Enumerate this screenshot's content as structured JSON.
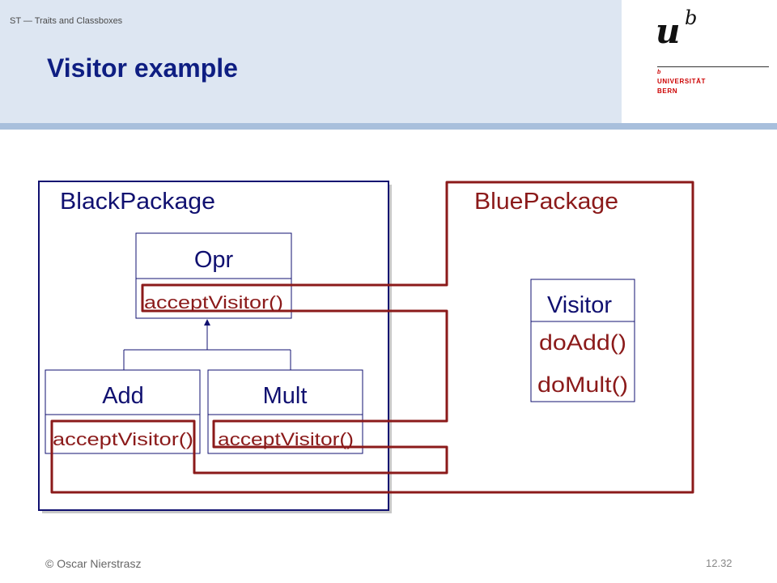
{
  "header": {
    "running_title": "ST — Traits and Classboxes",
    "slide_title": "Visitor example",
    "logo": {
      "mark_u": "u",
      "mark_b": "b",
      "small_b": "b",
      "line1": "UNIVERSITÄT",
      "line2": "BERN"
    }
  },
  "diagram": {
    "black_package": {
      "label": "BlackPackage"
    },
    "blue_package": {
      "label": "BluePackage"
    },
    "classes": {
      "opr": {
        "name": "Opr",
        "method": "acceptVisitor()"
      },
      "add": {
        "name": "Add",
        "method": "acceptVisitor()"
      },
      "mult": {
        "name": "Mult",
        "method": "acceptVisitor()"
      },
      "visitor": {
        "name": "Visitor",
        "methods": [
          "doAdd()",
          "doMult()"
        ]
      }
    },
    "colors": {
      "black_package": "#101070",
      "blue_package": "#8b1a1a",
      "class_text": "#101070",
      "method_text": "#8b1a1a"
    }
  },
  "footer": {
    "author": "© Oscar Nierstrasz",
    "page": "12.32"
  }
}
